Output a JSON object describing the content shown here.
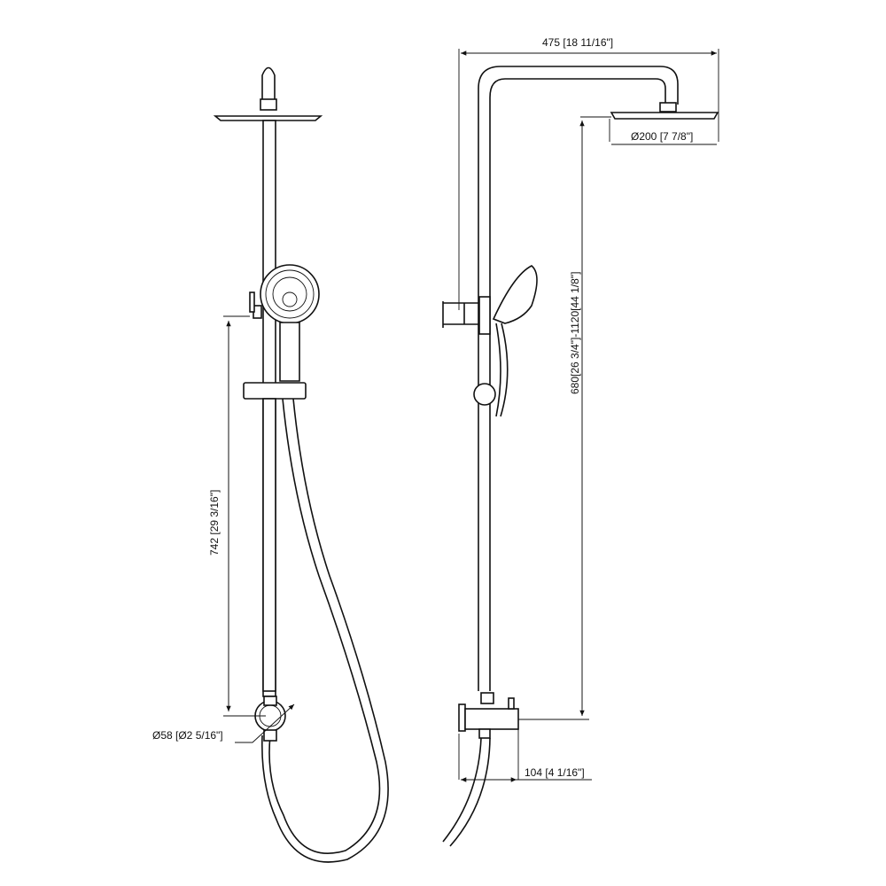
{
  "dimensions": {
    "overall_width": "475 [18 11/16\"]",
    "head_diameter": "Ø200 [7 7/8\"]",
    "height_range": "680[26 3/4\"]-1120[44 1/8\"]",
    "slide_rail_height": "742 [29 3/16\"]",
    "mixer_diameter": "Ø58 [Ø2 5/16\"]",
    "mixer_depth": "104 [4 1/16\"]"
  }
}
